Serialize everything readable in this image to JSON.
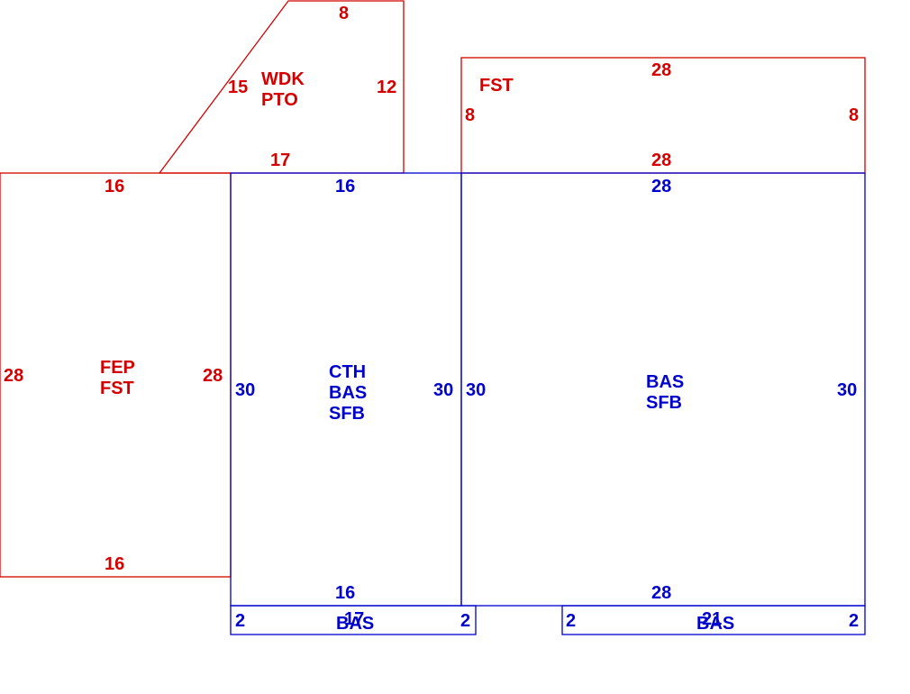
{
  "colors": {
    "red": "#d40000",
    "blue": "#0000cc"
  },
  "areas": {
    "wdk_pto": {
      "label_1": "WDK",
      "label_2": "PTO",
      "dim_top": "8",
      "dim_left": "15",
      "dim_right": "12",
      "dim_bottom": "17"
    },
    "fst_top": {
      "label_1": "FST",
      "dim_top": "28",
      "dim_left": "8",
      "dim_right": "8",
      "dim_bottom": "28"
    },
    "fep_fst": {
      "label_1": "FEP",
      "label_2": "FST",
      "dim_top": "16",
      "dim_left": "28",
      "dim_right": "28",
      "dim_bottom": "16"
    },
    "cth_bas_sfb": {
      "label_1": "CTH",
      "label_2": "BAS",
      "label_3": "SFB",
      "dim_top": "16",
      "dim_left": "30",
      "dim_right": "30",
      "dim_bottom": "16"
    },
    "bas_sfb": {
      "label_1": "BAS",
      "label_2": "SFB",
      "dim_top": "28",
      "dim_left": "30",
      "dim_right": "30",
      "dim_bottom": "28"
    },
    "bas_small_left": {
      "label_1": "BAS",
      "dim_left": "2",
      "dim_right": "2",
      "dim_bottom": "17"
    },
    "bas_small_right": {
      "label_1": "BAS",
      "dim_left": "2",
      "dim_right": "2",
      "dim_bottom": "21"
    }
  }
}
